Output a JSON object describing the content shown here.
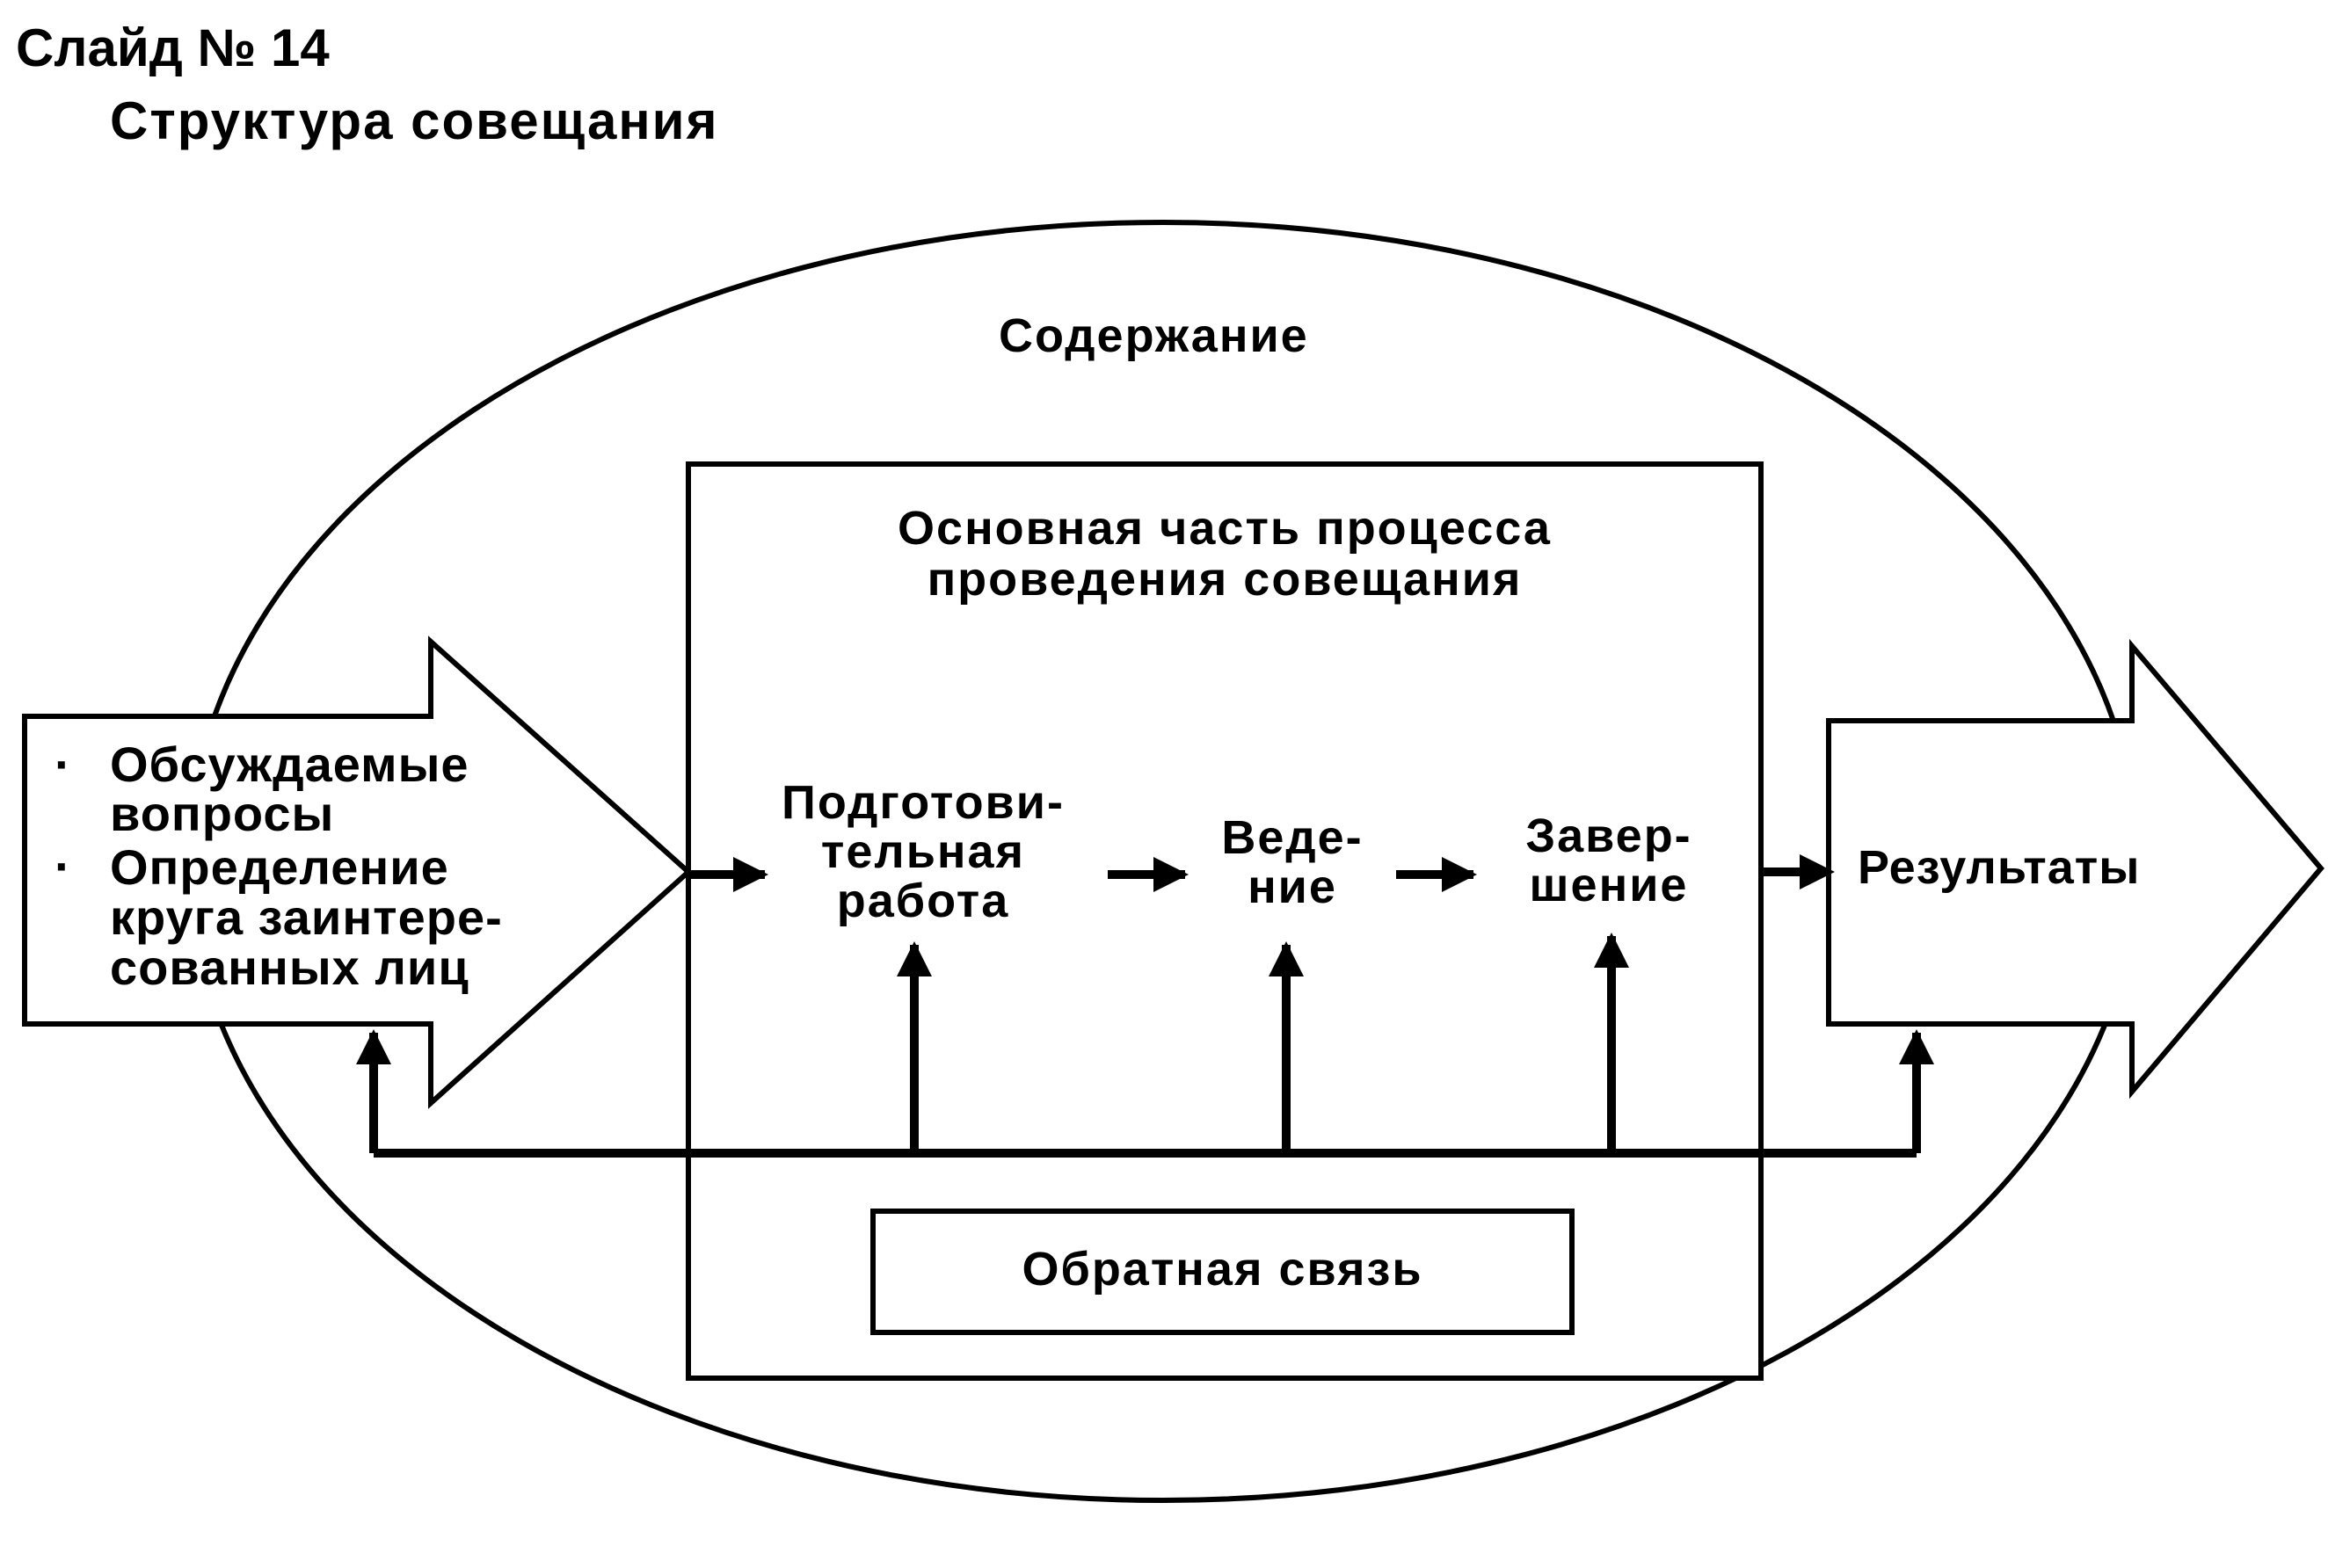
{
  "slide": {
    "number_label": "Слайд № 14",
    "title": "Структура совещания"
  },
  "diagram": {
    "oval_label": "Содержание",
    "main_box": {
      "title_line1": "Основная часть процесса",
      "title_line2": "проведения совещания"
    },
    "input_arrow": {
      "bullet": "·",
      "items": [
        {
          "line1": "Обсуждаемые",
          "line2": "вопросы"
        },
        {
          "line1": "Определение",
          "line2": "круга заинтере-",
          "line3": "сованных лиц"
        }
      ]
    },
    "stages": [
      {
        "line1": "Подготови-",
        "line2": "тельная",
        "line3": "работа"
      },
      {
        "line1": "Веде-",
        "line2": "ние"
      },
      {
        "line1": "Завер-",
        "line2": "шение"
      }
    ],
    "output_arrow": {
      "label": "Результаты"
    },
    "feedback_box": {
      "label": "Обратная связь"
    }
  }
}
